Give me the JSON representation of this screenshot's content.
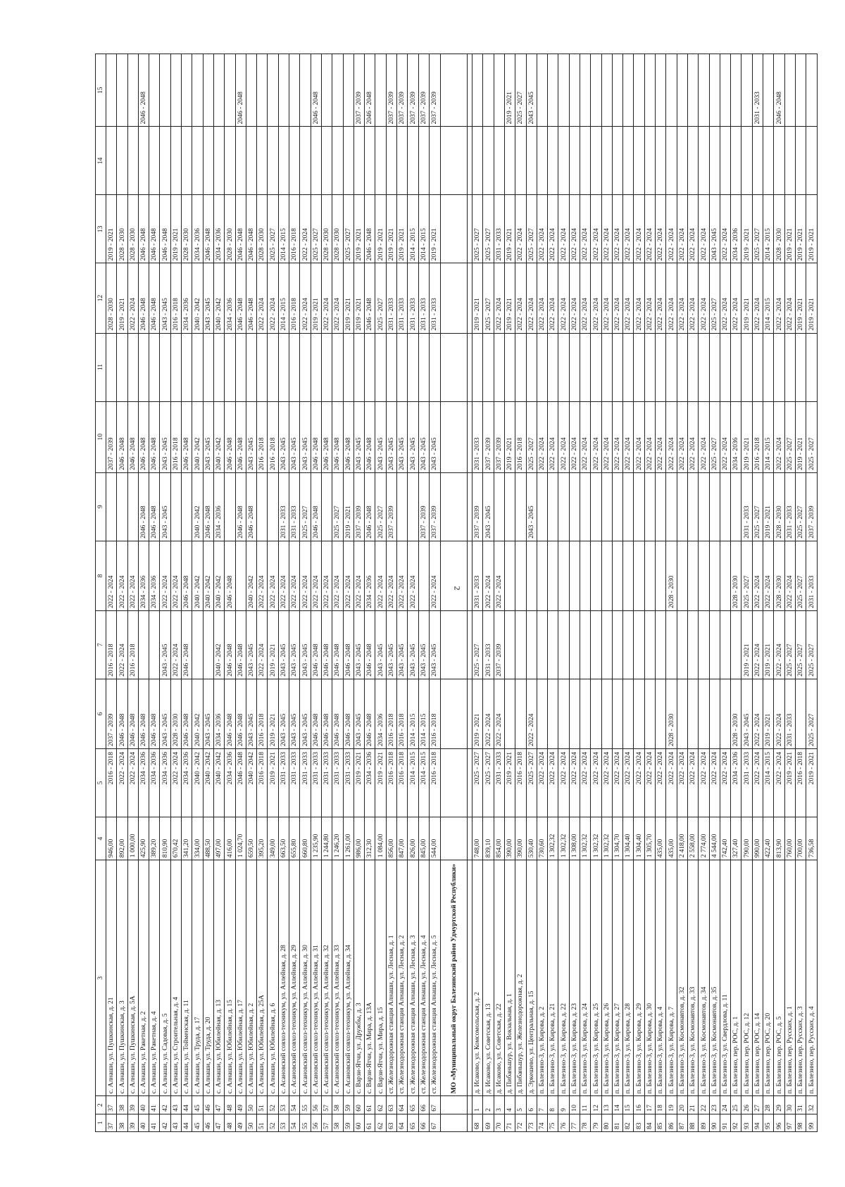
{
  "page_number": "2",
  "header": [
    "1",
    "2",
    "3",
    "4",
    "5",
    "6",
    "7",
    "8",
    "9",
    "10",
    "11",
    "12",
    "13",
    "14",
    "15"
  ],
  "section_title": "МО «Муниципальный округ Балезинский район Удмуртской Республики»",
  "rows_a": [
    [
      "37",
      "37",
      "с. Алнаши, ул. Пушкинская, д. 21",
      "946,00",
      "2016 - 2018",
      "2037 - 2039",
      "2016 - 2018",
      "2022 - 2024",
      "",
      "2037 - 2039",
      "",
      "2028 - 2030",
      "2019 - 2021",
      "",
      ""
    ],
    [
      "38",
      "38",
      "с. Алнаши, ул. Пушкинская, д. 3",
      "892,00",
      "2022 - 2024",
      "2046 - 2048",
      "2022 - 2024",
      "2022 - 2024",
      "",
      "2046 - 2048",
      "",
      "2019 - 2021",
      "2028 - 2030",
      "",
      ""
    ],
    [
      "39",
      "39",
      "с. Алнаши, ул. Пушкинская, д. 5А",
      "1 000,00",
      "2022 - 2024",
      "2046 - 2048",
      "2016 - 2018",
      "2022 - 2024",
      "",
      "2046 - 2048",
      "",
      "2022 - 2024",
      "2028 - 2030",
      "",
      ""
    ],
    [
      "40",
      "40",
      "с. Алнаши, ул. Ракетная, д. 2",
      "425,90",
      "2034 - 2036",
      "2046 - 2048",
      "",
      "2034 - 2036",
      "2046 - 2048",
      "2046 - 2048",
      "",
      "2046 - 2048",
      "2046 - 2048",
      "",
      "2046 - 2048"
    ],
    [
      "41",
      "41",
      "с. Алнаши, ул. Ракетная, д. 4",
      "389,20",
      "2034 - 2036",
      "2046 - 2048",
      "",
      "2034 - 2036",
      "2046 - 2048",
      "2046 - 2048",
      "",
      "2046 - 2048",
      "2046 - 2048",
      "",
      ""
    ],
    [
      "42",
      "42",
      "с. Алнаши, ул. Садовая, д. 5",
      "810,90",
      "2034 - 2036",
      "2043 - 2045",
      "2043 - 2045",
      "2022 - 2024",
      "2043 - 2045",
      "2043 - 2045",
      "",
      "2043 - 2045",
      "2046 - 2048",
      "",
      ""
    ],
    [
      "43",
      "43",
      "с. Алнаши, ул. Строительная, д. 4",
      "670,42",
      "2022 - 2024",
      "2028 - 2030",
      "2022 - 2024",
      "2022 - 2024",
      "",
      "2016 - 2018",
      "",
      "2016 - 2018",
      "2019 - 2021",
      "",
      ""
    ],
    [
      "44",
      "44",
      "с. Алнаши, ул. Тойменская, д. 11",
      "341,20",
      "2034 - 2036",
      "2046 - 2048",
      "2046 - 2048",
      "2046 - 2048",
      "",
      "2046 - 2048",
      "",
      "2034 - 2036",
      "2028 - 2030",
      "",
      ""
    ],
    [
      "45",
      "45",
      "с. Алнаши, ул. Труда, д. 17",
      "334,00",
      "2040 - 2042",
      "2040 - 2042",
      "",
      "2040 - 2042",
      "2040 - 2042",
      "2040 - 2042",
      "",
      "2040 - 2042",
      "2034 - 2036",
      "",
      ""
    ],
    [
      "46",
      "46",
      "с. Алнаши, ул. Труда, д. 20",
      "488,50",
      "2040 - 2042",
      "2043 - 2045",
      "",
      "2040 - 2042",
      "2046 - 2048",
      "2043 - 2045",
      "",
      "2043 - 2045",
      "2046 - 2048",
      "",
      ""
    ],
    [
      "47",
      "47",
      "с. Алнаши, ул. Юбилейная, д. 13",
      "497,00",
      "2040 - 2042",
      "2034 - 2036",
      "2040 - 2042",
      "2040 - 2042",
      "2034 - 2036",
      "2040 - 2042",
      "",
      "2040 - 2042",
      "2034 - 2036",
      "",
      ""
    ],
    [
      "48",
      "48",
      "с. Алнаши, ул. Юбилейная, д. 15",
      "416,00",
      "2034 - 2036",
      "2046 - 2048",
      "2046 - 2048",
      "2046 - 2048",
      "",
      "2046 - 2048",
      "",
      "2034 - 2036",
      "2028 - 2030",
      "",
      ""
    ],
    [
      "49",
      "49",
      "с. Алнаши, ул. Юбилейная, д. 17",
      "1 024,70",
      "2046 - 2048",
      "2046 - 2048",
      "2046 - 2048",
      "",
      "2046 - 2048",
      "2046 - 2048",
      "",
      "2046 - 2048",
      "2046 - 2048",
      "",
      "2046 - 2048"
    ],
    [
      "50",
      "50",
      "с. Алнаши, ул. Юбилейная, д. 2",
      "659,50",
      "2040 - 2042",
      "2043 - 2045",
      "2043 - 2045",
      "2040 - 2042",
      "2046 - 2048",
      "2043 - 2045",
      "",
      "2046 - 2048",
      "2046 - 2048",
      "",
      ""
    ],
    [
      "51",
      "51",
      "с. Алнаши, ул. Юбилейная, д. 25А",
      "395,20",
      "2016 - 2018",
      "2016 - 2018",
      "2022 - 2024",
      "2022 - 2024",
      "",
      "2016 - 2018",
      "",
      "2022 - 2024",
      "2028 - 2030",
      "",
      ""
    ],
    [
      "52",
      "52",
      "с. Алнаши, ул. Юбилейная, д. 6",
      "349,00",
      "2019 - 2021",
      "2019 - 2021",
      "2019 - 2021",
      "2022 - 2024",
      "",
      "2016 - 2018",
      "",
      "2022 - 2024",
      "2025 - 2027",
      "",
      ""
    ],
    [
      "53",
      "53",
      "с. Асановский совхоз-техникум, ул. Аллейная, д. 28",
      "663,50",
      "2031 - 2033",
      "2043 - 2045",
      "2043 - 2045",
      "2022 - 2024",
      "2031 - 2033",
      "2043 - 2045",
      "",
      "2014 - 2015",
      "2014 - 2015",
      "",
      ""
    ],
    [
      "54",
      "54",
      "с. Асановский совхоз-техникум, ул. Аллейная, д. 29",
      "655,80",
      "2031 - 2033",
      "2043 - 2045",
      "2043 - 2045",
      "2022 - 2024",
      "2031 - 2033",
      "2043 - 2045",
      "",
      "2016 - 2018",
      "2016 - 2018",
      "",
      ""
    ],
    [
      "55",
      "55",
      "с. Асановский совхоз-техникум, ул. Аллейная, д. 30",
      "660,80",
      "2031 - 2033",
      "2043 - 2045",
      "2043 - 2045",
      "2022 - 2024",
      "2025 - 2027",
      "2043 - 2045",
      "",
      "2022 - 2024",
      "2022 - 2024",
      "",
      ""
    ],
    [
      "56",
      "56",
      "с. Асановский совхоз-техникум, ул. Аллейная, д. 31",
      "1 235,90",
      "2031 - 2033",
      "2046 - 2048",
      "2046 - 2048",
      "2022 - 2024",
      "2046 - 2048",
      "2046 - 2048",
      "",
      "2019 - 2021",
      "2025 - 2027",
      "",
      "2046 - 2048"
    ],
    [
      "57",
      "57",
      "с. Асановский совхоз-техникум, ул. Аллейная, д. 32",
      "1 244,80",
      "2031 - 2033",
      "2046 - 2048",
      "2046 - 2048",
      "2022 - 2024",
      "",
      "2046 - 2048",
      "",
      "2022 - 2024",
      "2028 - 2030",
      "",
      ""
    ],
    [
      "58",
      "58",
      "с. Асановский совхоз-техникум, ул. Аллейная, д. 33",
      "1 246,20",
      "2031 - 2033",
      "2046 - 2048",
      "2046 - 2048",
      "2022 - 2024",
      "2025 - 2027",
      "2046 - 2048",
      "",
      "2022 - 2024",
      "2028 - 2030",
      "",
      ""
    ],
    [
      "59",
      "59",
      "с. Асановский совхоз-техникум, ул. Аллейная, д. 34",
      "1 261,00",
      "2031 - 2033",
      "2046 - 2048",
      "2046 - 2048",
      "2022 - 2024",
      "2019 - 2021",
      "2046 - 2048",
      "",
      "2019 - 2021",
      "2025 - 2027",
      "",
      ""
    ],
    [
      "60",
      "60",
      "с. Варзи-Ятчи, ул. Дружбы, д. 3",
      "986,00",
      "2019 - 2021",
      "2043 - 2045",
      "2043 - 2045",
      "2022 - 2024",
      "2037 - 2039",
      "2043 - 2045",
      "",
      "2019 - 2021",
      "2019 - 2021",
      "",
      "2037 - 2039"
    ],
    [
      "61",
      "61",
      "с. Варзи-Ятчи, ул. Мира, д. 13А",
      "312,30",
      "2034 - 2036",
      "2046 - 2048",
      "2046 - 2048",
      "2034 - 2036",
      "2046 - 2048",
      "2046 - 2048",
      "",
      "2046 - 2048",
      "2046 - 2048",
      "",
      "2046 - 2048"
    ],
    [
      "62",
      "62",
      "с. Варзи-Ятчи, ул. Мира, д. 15",
      "1 084,00",
      "2019 - 2021",
      "2034 - 2036",
      "2043 - 2045",
      "2022 - 2024",
      "2025 - 2027",
      "2043 - 2045",
      "",
      "2025 - 2027",
      "2019 - 2021",
      "",
      ""
    ],
    [
      "63",
      "63",
      "ст. Железнодорожная станция Алнаши, ул. Лесная, д. 1",
      "856,00",
      "2016 - 2018",
      "2016 - 2018",
      "2043 - 2045",
      "2022 - 2024",
      "2037 - 2039",
      "2043 - 2045",
      "",
      "2031 - 2033",
      "2019 - 2021",
      "",
      "2037 - 2039"
    ],
    [
      "64",
      "64",
      "ст. Железнодорожная станция Алнаши, ул. Лесная, д. 2",
      "847,00",
      "2016 - 2018",
      "2016 - 2018",
      "2043 - 2045",
      "2022 - 2024",
      "",
      "2043 - 2045",
      "",
      "2031 - 2033",
      "2019 - 2021",
      "",
      "2037 - 2039"
    ],
    [
      "65",
      "65",
      "ст. Железнодорожная станция Алнаши, ул. Лесная, д. 3",
      "826,00",
      "2014 - 2015",
      "2014 - 2015",
      "2043 - 2045",
      "2022 - 2024",
      "",
      "2043 - 2045",
      "",
      "2031 - 2033",
      "2014 - 2015",
      "",
      "2037 - 2039"
    ],
    [
      "66",
      "66",
      "ст. Железнодорожная станция Алнаши, ул. Лесная, д. 4",
      "845,00",
      "2014 - 2015",
      "2014 - 2015",
      "2043 - 2045",
      "",
      "2037 - 2039",
      "2043 - 2045",
      "",
      "2031 - 2033",
      "2014 - 2015",
      "",
      "2037 - 2039"
    ],
    [
      "67",
      "67",
      "ст. Железнодорожная станция Алнаши, ул. Лесная, д. 5",
      "544,00",
      "2016 - 2018",
      "2016 - 2018",
      "2043 - 2045",
      "2022 - 2024",
      "2037 - 2039",
      "2043 - 2045",
      "",
      "2031 - 2033",
      "2019 - 2021",
      "",
      "2037 - 2039"
    ]
  ],
  "rows_b": [
    [
      "68",
      "1",
      "д. Исаково, ул. Комсомольская, д. 2",
      "748,00",
      "2025 - 2027",
      "2019 - 2021",
      "2025 - 2027",
      "2031 - 2033",
      "2037 - 2039",
      "2031 - 2033",
      "",
      "2019 - 2021",
      "2025 - 2027",
      "",
      ""
    ],
    [
      "69",
      "2",
      "д. Исаково, ул. Советская, д. 13",
      "839,10",
      "2025 - 2027",
      "2022 - 2024",
      "2031 - 2033",
      "2022 - 2024",
      "2043 - 2045",
      "2037 - 2039",
      "",
      "2025 - 2027",
      "2025 - 2027",
      "",
      ""
    ],
    [
      "70",
      "3",
      "д. Исаково, ул. Советская, д. 22",
      "854,00",
      "2031 - 2033",
      "2022 - 2024",
      "2037 - 2039",
      "2022 - 2024",
      "",
      "2037 - 2039",
      "",
      "2022 - 2024",
      "2031 - 2033",
      "",
      ""
    ],
    [
      "71",
      "4",
      "д. Пибаньшур, ул. Вокзальная, д. 1",
      "390,00",
      "2019 - 2021",
      "",
      "",
      "",
      "",
      "2019 - 2021",
      "",
      "2019 - 2021",
      "2019 - 2021",
      "",
      "2019 - 2021"
    ],
    [
      "72",
      "5",
      "д. Пибаньшур, ул. Железнодорожная, д. 2",
      "390,00",
      "2016 - 2018",
      "",
      "",
      "",
      "",
      "2016 - 2018",
      "",
      "2022 - 2024",
      "2022 - 2024",
      "",
      "2025 - 2027"
    ],
    [
      "73",
      "6",
      "д. Эркешево, ул. Центральная, д. 15",
      "530,40",
      "2025 - 2027",
      "2022 - 2024",
      "",
      "",
      "2043 - 2045",
      "2025 - 2027",
      "",
      "2022 - 2024",
      "2025 - 2027",
      "",
      "2043 - 2045"
    ],
    [
      "74",
      "7",
      "п. Балезино-3, ул. Кирова, д. 2",
      "730,60",
      "2022 - 2024",
      "",
      "",
      "",
      "",
      "2022 - 2024",
      "",
      "2022 - 2024",
      "2022 - 2024",
      "",
      ""
    ],
    [
      "75",
      "8",
      "п. Балезино-3, ул. Кирова, д. 21",
      "1 302,32",
      "2022 - 2024",
      "",
      "",
      "",
      "",
      "2022 - 2024",
      "",
      "2022 - 2024",
      "2022 - 2024",
      "",
      ""
    ],
    [
      "76",
      "9",
      "п. Балезино-3, ул. Кирова, д. 22",
      "1 302,32",
      "2022 - 2024",
      "",
      "",
      "",
      "",
      "2022 - 2024",
      "",
      "2022 - 2024",
      "2022 - 2024",
      "",
      ""
    ],
    [
      "77",
      "10",
      "п. Балезино-3, ул. Кирова, д. 23",
      "1 308,00",
      "2022 - 2024",
      "",
      "",
      "",
      "",
      "2022 - 2024",
      "",
      "2022 - 2024",
      "2022 - 2024",
      "",
      ""
    ],
    [
      "78",
      "11",
      "п. Балезино-3, ул. Кирова, д. 24",
      "1 302,32",
      "2022 - 2024",
      "",
      "",
      "",
      "",
      "2022 - 2024",
      "",
      "2022 - 2024",
      "2022 - 2024",
      "",
      ""
    ],
    [
      "79",
      "12",
      "п. Балезино-3, ул. Кирова, д. 25",
      "1 302,32",
      "2022 - 2024",
      "",
      "",
      "",
      "",
      "2022 - 2024",
      "",
      "2022 - 2024",
      "2022 - 2024",
      "",
      ""
    ],
    [
      "80",
      "13",
      "п. Балезино-3, ул. Кирова, д. 26",
      "1 302,32",
      "2022 - 2024",
      "",
      "",
      "",
      "",
      "2022 - 2024",
      "",
      "2022 - 2024",
      "2022 - 2024",
      "",
      ""
    ],
    [
      "81",
      "14",
      "п. Балезино-3, ул. Кирова, д. 27",
      "1 304,70",
      "2022 - 2024",
      "",
      "",
      "",
      "",
      "2022 - 2024",
      "",
      "2022 - 2024",
      "2022 - 2024",
      "",
      ""
    ],
    [
      "82",
      "15",
      "п. Балезино-3, ул. Кирова, д. 28",
      "1 304,40",
      "2022 - 2024",
      "",
      "",
      "",
      "",
      "2022 - 2024",
      "",
      "2022 - 2024",
      "2022 - 2024",
      "",
      ""
    ],
    [
      "83",
      "16",
      "п. Балезино-3, ул. Кирова, д. 29",
      "1 304,40",
      "2022 - 2024",
      "",
      "",
      "",
      "",
      "2022 - 2024",
      "",
      "2022 - 2024",
      "2022 - 2024",
      "",
      ""
    ],
    [
      "84",
      "17",
      "п. Балезино-3, ул. Кирова, д. 30",
      "1 305,70",
      "2022 - 2024",
      "",
      "",
      "",
      "",
      "2022 - 2024",
      "",
      "2022 - 2024",
      "2022 - 2024",
      "",
      ""
    ],
    [
      "85",
      "18",
      "п. Балезино-3, ул. Кирова, д. 4",
      "435,00",
      "2022 - 2024",
      "",
      "",
      "",
      "",
      "2022 - 2024",
      "",
      "2022 - 2024",
      "2022 - 2024",
      "",
      ""
    ],
    [
      "86",
      "19",
      "п. Балезино-3, ул. Кирова, д. 7",
      "435,00",
      "2022 - 2024",
      "2028 - 2030",
      "",
      "2028 - 2030",
      "",
      "2022 - 2024",
      "",
      "2022 - 2024",
      "2022 - 2024",
      "",
      ""
    ],
    [
      "87",
      "20",
      "п. Балезино-3, ул. Космонавтов, д. 32",
      "2 418,00",
      "2022 - 2024",
      "",
      "",
      "",
      "",
      "2022 - 2024",
      "",
      "2022 - 2024",
      "2022 - 2024",
      "",
      ""
    ],
    [
      "88",
      "21",
      "п. Балезино-3, ул. Космонавтов, д. 33",
      "2 558,00",
      "2022 - 2024",
      "",
      "",
      "",
      "",
      "2022 - 2024",
      "",
      "2022 - 2024",
      "2022 - 2024",
      "",
      ""
    ],
    [
      "89",
      "22",
      "п. Балезино-3, ул. Космонавтов, д. 34",
      "2 774,00",
      "2022 - 2024",
      "",
      "",
      "",
      "",
      "2022 - 2024",
      "",
      "2022 - 2024",
      "2022 - 2024",
      "",
      ""
    ],
    [
      "90",
      "23",
      "п. Балезино-3, ул. Космонавтов, д. 35",
      "4 544,00",
      "2022 - 2024",
      "",
      "",
      "",
      "",
      "2025 - 2027",
      "",
      "2025 - 2027",
      "2043 - 2045",
      "",
      ""
    ],
    [
      "91",
      "24",
      "п. Балезино-3, ул. Свердлова, д. 11",
      "742,40",
      "2022 - 2024",
      "",
      "",
      "",
      "",
      "2022 - 2024",
      "",
      "2022 - 2024",
      "2022 - 2024",
      "",
      ""
    ],
    [
      "92",
      "25",
      "п. Балезино, пер. РОС, д. 1",
      "327,40",
      "2034 - 2036",
      "2028 - 2030",
      "",
      "2028 - 2030",
      "",
      "2034 - 2036",
      "",
      "2022 - 2024",
      "2034 - 2036",
      "",
      ""
    ],
    [
      "93",
      "26",
      "п. Балезино, пер. РОС, д. 12",
      "790,00",
      "2031 - 2033",
      "2043 - 2045",
      "2019 - 2021",
      "2025 - 2027",
      "2031 - 2033",
      "2019 - 2021",
      "",
      "2019 - 2021",
      "2019 - 2021",
      "",
      ""
    ],
    [
      "94",
      "27",
      "п. Балезино, пер. РОС, д. 14",
      "990,00",
      "2022 - 2024",
      "2022 - 2024",
      "2022 - 2024",
      "2022 - 2024",
      "2025 - 2027",
      "2016 - 2018",
      "",
      "2022 - 2024",
      "2025 - 2027",
      "",
      "2031 - 2033"
    ],
    [
      "95",
      "28",
      "п. Балезино, пер. РОС, д. 20",
      "422,40",
      "2014 - 2015",
      "2019 - 2021",
      "2019 - 2021",
      "2022 - 2024",
      "2019 - 2021",
      "2014 - 2015",
      "",
      "2014 - 2015",
      "2014 - 2015",
      "",
      ""
    ],
    [
      "96",
      "29",
      "п. Балезино, пер. РОС, д. 5",
      "813,90",
      "2022 - 2024",
      "2022 - 2024",
      "2022 - 2024",
      "2028 - 2030",
      "2028 - 2030",
      "2022 - 2024",
      "",
      "2022 - 2024",
      "2028 - 2030",
      "",
      "2046 - 2048"
    ],
    [
      "97",
      "30",
      "п. Балезино, пер. Русских, д. 1",
      "760,00",
      "2019 - 2021",
      "2031 - 2033",
      "2025 - 2027",
      "2022 - 2024",
      "2031 - 2033",
      "2025 - 2027",
      "",
      "2022 - 2024",
      "2019 - 2021",
      "",
      ""
    ],
    [
      "98",
      "31",
      "п. Балезино, пер. Русских, д. 3",
      "700,00",
      "2016 - 2018",
      "",
      "2025 - 2027",
      "2025 - 2027",
      "2025 - 2027",
      "2019 - 2021",
      "",
      "2019 - 2021",
      "2019 - 2021",
      "",
      ""
    ],
    [
      "99",
      "32",
      "п. Балезино, пер. Русских, д. 4",
      "736,58",
      "2019 - 2021",
      "2025 - 2027",
      "2025 - 2027",
      "2031 - 2033",
      "2037 - 2039",
      "2025 - 2027",
      "",
      "2019 - 2021",
      "2019 - 2021",
      "",
      ""
    ]
  ]
}
